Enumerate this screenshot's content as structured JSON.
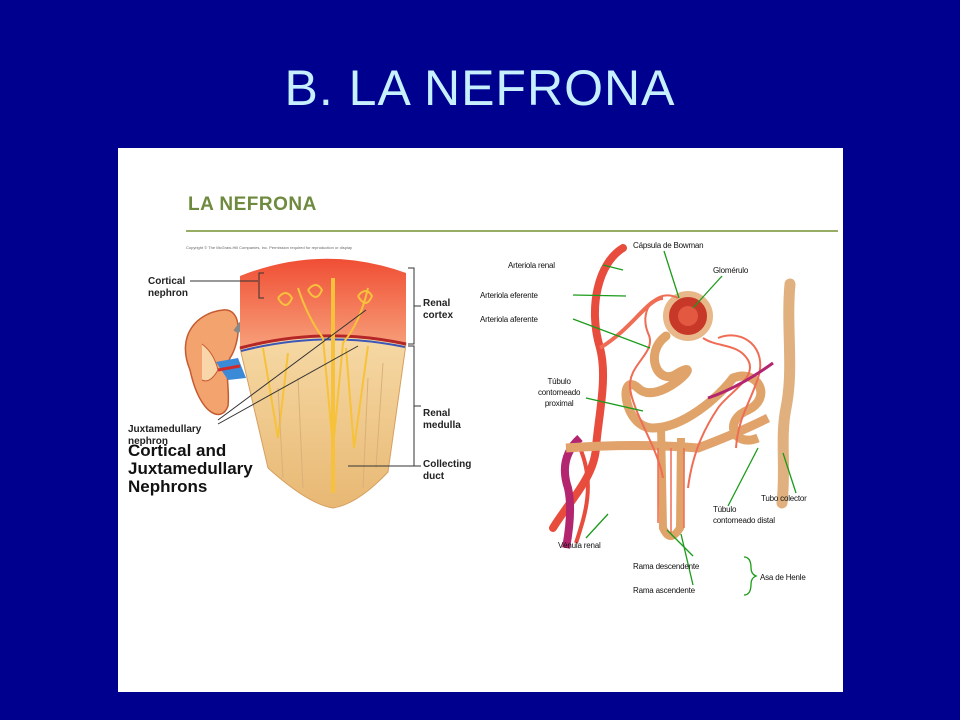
{
  "slide": {
    "title": "B. LA NEFRONA"
  },
  "figure": {
    "heading": "LA NEFRONA",
    "copyright": "Copyright © The McGraw-Hill Companies, Inc. Permission required for reproduction or display",
    "left": {
      "cortical_nephron": [
        "Cortical",
        "nephron"
      ],
      "juxtamedullary_nephron": [
        "Juxtamedullary",
        "nephron"
      ],
      "caption": [
        "Cortical and",
        "Juxtamedullary",
        "Nephrons"
      ],
      "renal_cortex": [
        "Renal",
        "cortex"
      ],
      "renal_medulla": [
        "Renal",
        "medulla"
      ],
      "collecting_duct": [
        "Collecting",
        "duct"
      ]
    },
    "right": {
      "capsula": "Cápsula de Bowman",
      "glomerulo": "Glomérulo",
      "art_renal": "Arteriola renal",
      "art_eferente": "Arteriola eferente",
      "art_aferente": "Arteriola aferente",
      "proximal": [
        "Túbulo",
        "contorneado",
        "proximal"
      ],
      "colector": "Tubo colector",
      "distal": [
        "Túbulo",
        "contorneado distal"
      ],
      "venula": "Vénula renal",
      "descendente": "Rama descendente",
      "ascendente": "Rama ascendente",
      "asa": "Asa de Henle"
    }
  }
}
